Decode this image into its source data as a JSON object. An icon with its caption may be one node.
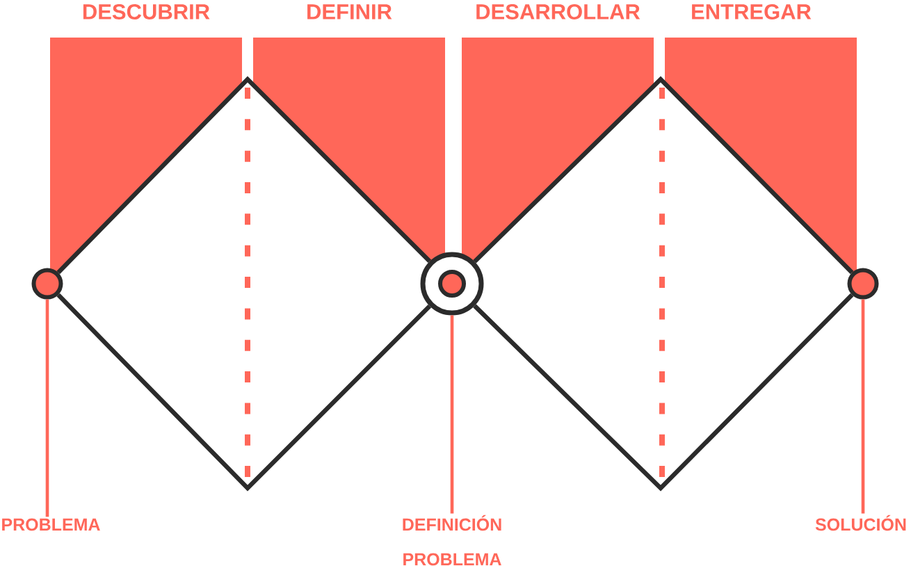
{
  "diagram": {
    "nodes": [
      {
        "text": [
          "DESCUBRIR"
        ]
      },
      {
        "text": [
          "DEFINIR"
        ]
      },
      {
        "text": [
          "DESARROLLAR"
        ]
      },
      {
        "text": [
          "ENTREGAR"
        ]
      },
      {
        "text": [],
        "shape": "circle"
      },
      {
        "text": [],
        "shape": "circle"
      },
      {
        "text": [],
        "shape": "circle",
        "in": 5
      },
      {
        "text": [],
        "shape": "circle"
      },
      {
        "text": [
          "PROBLEMA"
        ]
      },
      {
        "text": [
          "DEFINICIÓN PROBLEMA"
        ]
      },
      {
        "text": [
          "SOLUCIÓN"
        ]
      }
    ],
    "edges": [
      {
        "from": 4,
        "to": 5,
        "arrow": "none"
      },
      {
        "from": 4,
        "to": 5,
        "arrow": "none"
      },
      {
        "from": 5,
        "to": 7,
        "arrow": "none"
      },
      {
        "from": 5,
        "to": 7,
        "arrow": "none"
      },
      {
        "from": 8,
        "to": 4,
        "arrow": "none",
        "color": "#ff6759"
      },
      {
        "from": 9,
        "to": 5,
        "arrow": "none",
        "color": "#ff6759"
      },
      {
        "from": 10,
        "to": 7,
        "arrow": "none",
        "color": "#ff6759"
      }
    ]
  }
}
